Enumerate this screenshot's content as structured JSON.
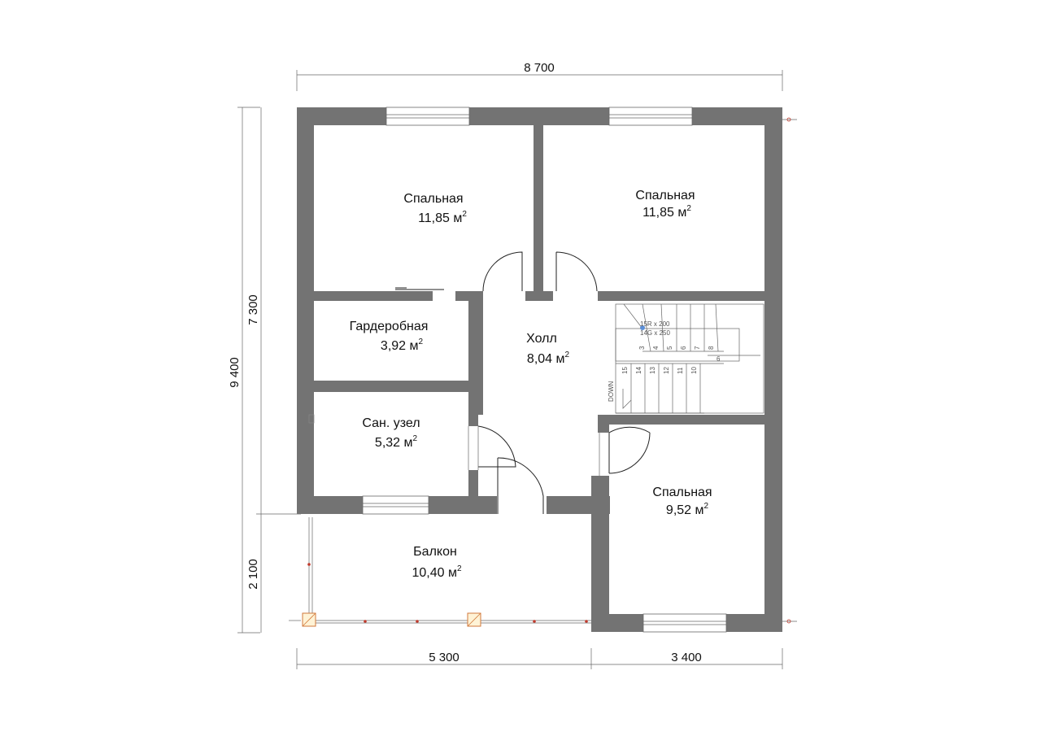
{
  "dimensions": {
    "top": "8 700",
    "left_total": "9 400",
    "left_upper": "7 300",
    "left_lower": "2 100",
    "bottom_left": "5 300",
    "bottom_right": "3 400"
  },
  "rooms": {
    "bedroom_nw": {
      "name": "Спальная",
      "area": "11,85 м",
      "sup": "2"
    },
    "bedroom_ne": {
      "name": "Спальная",
      "area": "11,85 м",
      "sup": "2"
    },
    "wardrobe": {
      "name": "Гардеробная",
      "area": "3,92 м",
      "sup": "2"
    },
    "hall": {
      "name": "Холл",
      "area": "8,04 м",
      "sup": "2"
    },
    "bathroom": {
      "name": "Сан. узел",
      "area": "5,32 м",
      "sup": "2"
    },
    "bedroom_se": {
      "name": "Спальная",
      "area": "9,52 м",
      "sup": "2"
    },
    "balcony": {
      "name": "Балкон",
      "area": "10,40 м",
      "sup": "2"
    }
  },
  "stairs": {
    "spec_riser": "15R x 200",
    "spec_tread": "14G x 250",
    "direction": "DOWN",
    "upper_steps": [
      "3",
      "4",
      "5",
      "6",
      "7",
      "8"
    ],
    "step_turn": "6",
    "lower_steps": [
      "15",
      "14",
      "13",
      "12",
      "11",
      "10"
    ]
  },
  "colors": {
    "wall": "#737373",
    "background": "#ffffff",
    "line": "#666666"
  }
}
